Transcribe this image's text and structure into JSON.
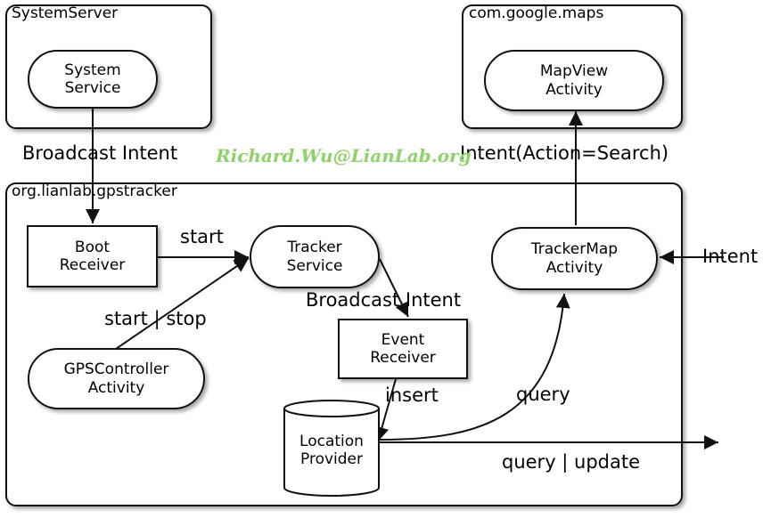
{
  "containers": {
    "system_server": "SystemServer",
    "google_maps": "com.google.maps",
    "gpstracker": "org.lianlab.gpstracker"
  },
  "nodes": {
    "system_service": [
      "System",
      "Service"
    ],
    "mapview_activity": [
      "MapView",
      "Activity"
    ],
    "boot_receiver": [
      "Boot",
      "Receiver"
    ],
    "tracker_service": [
      "Tracker",
      "Service"
    ],
    "trackermap_activity": [
      "TrackerMap",
      "Activity"
    ],
    "event_receiver": [
      "Event",
      "Receiver"
    ],
    "gpscontroller_activity": [
      "GPSController",
      "Activity"
    ],
    "location_provider": [
      "Location",
      "Provider"
    ]
  },
  "edge_labels": {
    "broadcast_intent_top": "Broadcast Intent",
    "intent_action_search": "Intent(Action=Search)",
    "start": "start",
    "broadcast_intent_mid": "Broadcast Intent",
    "start_stop": "start | stop",
    "intent": "Intent",
    "insert": "insert",
    "query": "query",
    "query_update": "query | update"
  },
  "watermark": "Richard.Wu@LianLab.org",
  "colors": {
    "stroke": "#111111",
    "watermark": "#8fd16a"
  }
}
